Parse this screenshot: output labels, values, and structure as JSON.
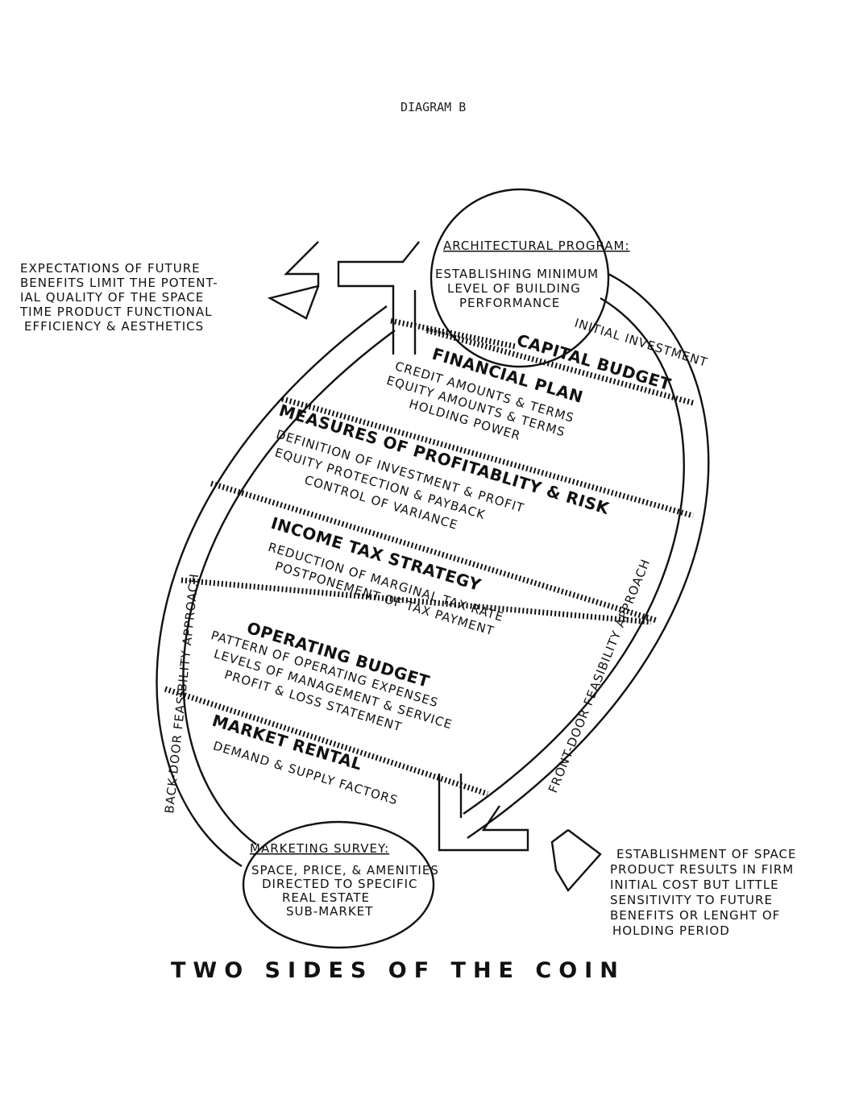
{
  "diagram_label": "DIAGRAM B",
  "title": "TWO SIDES OF THE COIN",
  "top_circle": {
    "heading": "ARCHITECTURAL PROGRAM:",
    "lines": [
      "ESTABLISHING MINIMUM",
      "LEVEL OF BUILDING",
      "PERFORMANCE"
    ]
  },
  "bottom_circle": {
    "heading": "MARKETING SURVEY:",
    "lines": [
      "SPACE, PRICE, & AMENITIES",
      "DIRECTED TO SPECIFIC",
      "REAL ESTATE",
      "SUB-MARKET"
    ]
  },
  "left_note": [
    "EXPECTATIONS OF FUTURE",
    "BENEFITS LIMIT THE POTENT-",
    "IAL QUALITY OF THE SPACE",
    "TIME PRODUCT FUNCTIONAL",
    "EFFICIENCY & AESTHETICS"
  ],
  "right_note": [
    "ESTABLISHMENT OF SPACE",
    "PRODUCT RESULTS IN FIRM",
    "INITIAL COST BUT LITTLE",
    "SENSITIVITY TO FUTURE",
    "BENEFITS OR LENGHT OF",
    "HOLDING PERIOD"
  ],
  "left_arc_label": "BACK-DOOR FEASIBILITY APPROACH",
  "right_arc_label": "FRONT-DOOR FEASIBILITY APPROACH",
  "initial_investment": "INITIAL INVESTMENT",
  "bands": [
    {
      "heading": "CAPITAL BUDGET",
      "lines": []
    },
    {
      "heading": "FINANCIAL PLAN",
      "lines": [
        "CREDIT AMOUNTS & TERMS",
        "EQUITY AMOUNTS & TERMS",
        "HOLDING POWER"
      ]
    },
    {
      "heading": "MEASURES OF PROFITABLITY & RISK",
      "lines": [
        "DEFINITION OF INVESTMENT & PROFIT",
        "EQUITY PROTECTION & PAYBACK",
        "CONTROL OF VARIANCE"
      ]
    },
    {
      "heading": "INCOME TAX STRATEGY",
      "lines": [
        "REDUCTION OF MARGINAL TAX RATE",
        "POSTPONEMENT OF TAX PAYMENT"
      ]
    },
    {
      "heading": "OPERATING BUDGET",
      "lines": [
        "PATTERN OF OPERATING EXPENSES",
        "LEVELS OF MANAGEMENT & SERVICE",
        "PROFIT & LOSS STATEMENT"
      ]
    },
    {
      "heading": "MARKET RENTAL",
      "lines": [
        "DEMAND & SUPPLY FACTORS"
      ]
    }
  ]
}
